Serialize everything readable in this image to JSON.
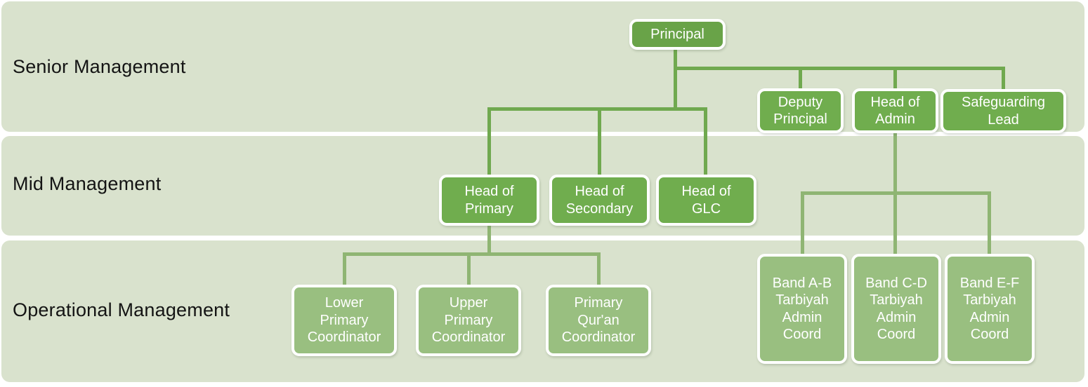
{
  "bands": [
    {
      "label": "Senior Management"
    },
    {
      "label": "Mid Management"
    },
    {
      "label": "Operational Management"
    }
  ],
  "nodes": {
    "principal": {
      "label": "Principal",
      "level": 1,
      "band": "Senior Management",
      "reports_to": null
    },
    "deputy": {
      "label": "Deputy\nPrincipal",
      "level": 2,
      "band": "Senior Management",
      "reports_to": "Principal"
    },
    "admin": {
      "label": "Head of\nAdmin",
      "level": 2,
      "band": "Senior Management",
      "reports_to": "Principal"
    },
    "safeguarding": {
      "label": "Safeguarding\nLead",
      "level": 2,
      "band": "Senior Management",
      "reports_to": "Principal"
    },
    "primary": {
      "label": "Head of\nPrimary",
      "level": 2,
      "band": "Mid Management",
      "reports_to": "Principal"
    },
    "secondary": {
      "label": "Head of\nSecondary",
      "level": 2,
      "band": "Mid Management",
      "reports_to": "Principal"
    },
    "glc": {
      "label": "Head of\nGLC",
      "level": 2,
      "band": "Mid Management",
      "reports_to": "Principal"
    },
    "lower": {
      "label": "Lower\nPrimary\nCoordinator",
      "level": 3,
      "band": "Operational Management",
      "reports_to": "Head of Primary"
    },
    "upper": {
      "label": "Upper\nPrimary\nCoordinator",
      "level": 3,
      "band": "Operational Management",
      "reports_to": "Head of Primary"
    },
    "quran": {
      "label": "Primary\nQur'an\nCoordinator",
      "level": 3,
      "band": "Operational Management",
      "reports_to": "Head of Primary"
    },
    "band_ab": {
      "label": "Band A-B\nTarbiyah\nAdmin\nCoord",
      "level": 3,
      "band": "Operational Management",
      "reports_to": "Head of Admin"
    },
    "band_cd": {
      "label": "Band C-D\nTarbiyah\nAdmin\nCoord",
      "level": 3,
      "band": "Operational Management",
      "reports_to": "Head of Admin"
    },
    "band_ef": {
      "label": "Band E-F\nTarbiyah\nAdmin\nCoord",
      "level": 3,
      "band": "Operational Management",
      "reports_to": "Head of Admin"
    }
  },
  "colors": {
    "page_background": "#ffffff",
    "band_background": "#d9e2cd",
    "band_label_text": "#141414",
    "node_level1_fill": "#69a348",
    "node_level2_fill": "#70ad4e",
    "node_level3_fill": "#99bf80",
    "node_border": "#ffffff",
    "node_text": "#ffffff",
    "connector_upper": "#70a94f",
    "connector_lower": "#8fb573"
  }
}
